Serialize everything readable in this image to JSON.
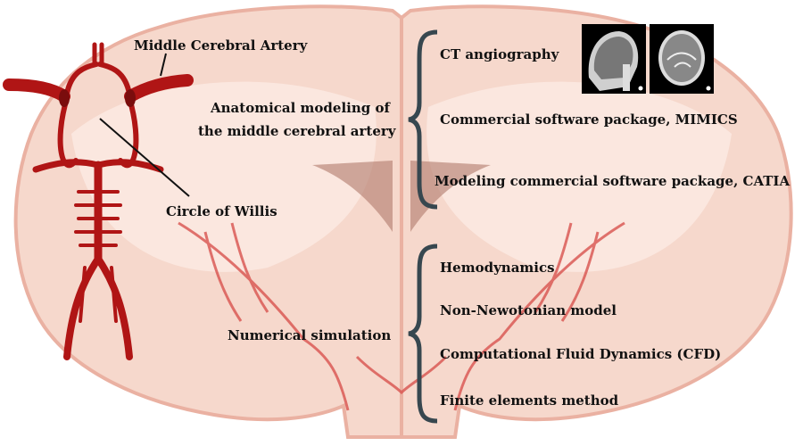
{
  "labels": {
    "middle_cerebral_artery": "Middle Cerebral Artery",
    "circle_of_willis": "Circle of Willis",
    "anatomical_modeling_line1": "Anatomical modeling of",
    "anatomical_modeling_line2": "the middle cerebral artery",
    "numerical_simulation": "Numerical simulation"
  },
  "anatomical_modeling_items": [
    "CT angiography",
    "Commercial software package, MIMICS",
    "Modeling commercial software package, CATIA"
  ],
  "numerical_simulation_items": [
    "Hemodynamics",
    "Non-Newotonian model",
    "Computational Fluid Dynamics (CFD)",
    "Finite elements method"
  ],
  "colors": {
    "artery": "#b01515",
    "brain_fill": "#f6d8cc",
    "brain_outline": "#e9a99a",
    "brace": "#37474f"
  }
}
